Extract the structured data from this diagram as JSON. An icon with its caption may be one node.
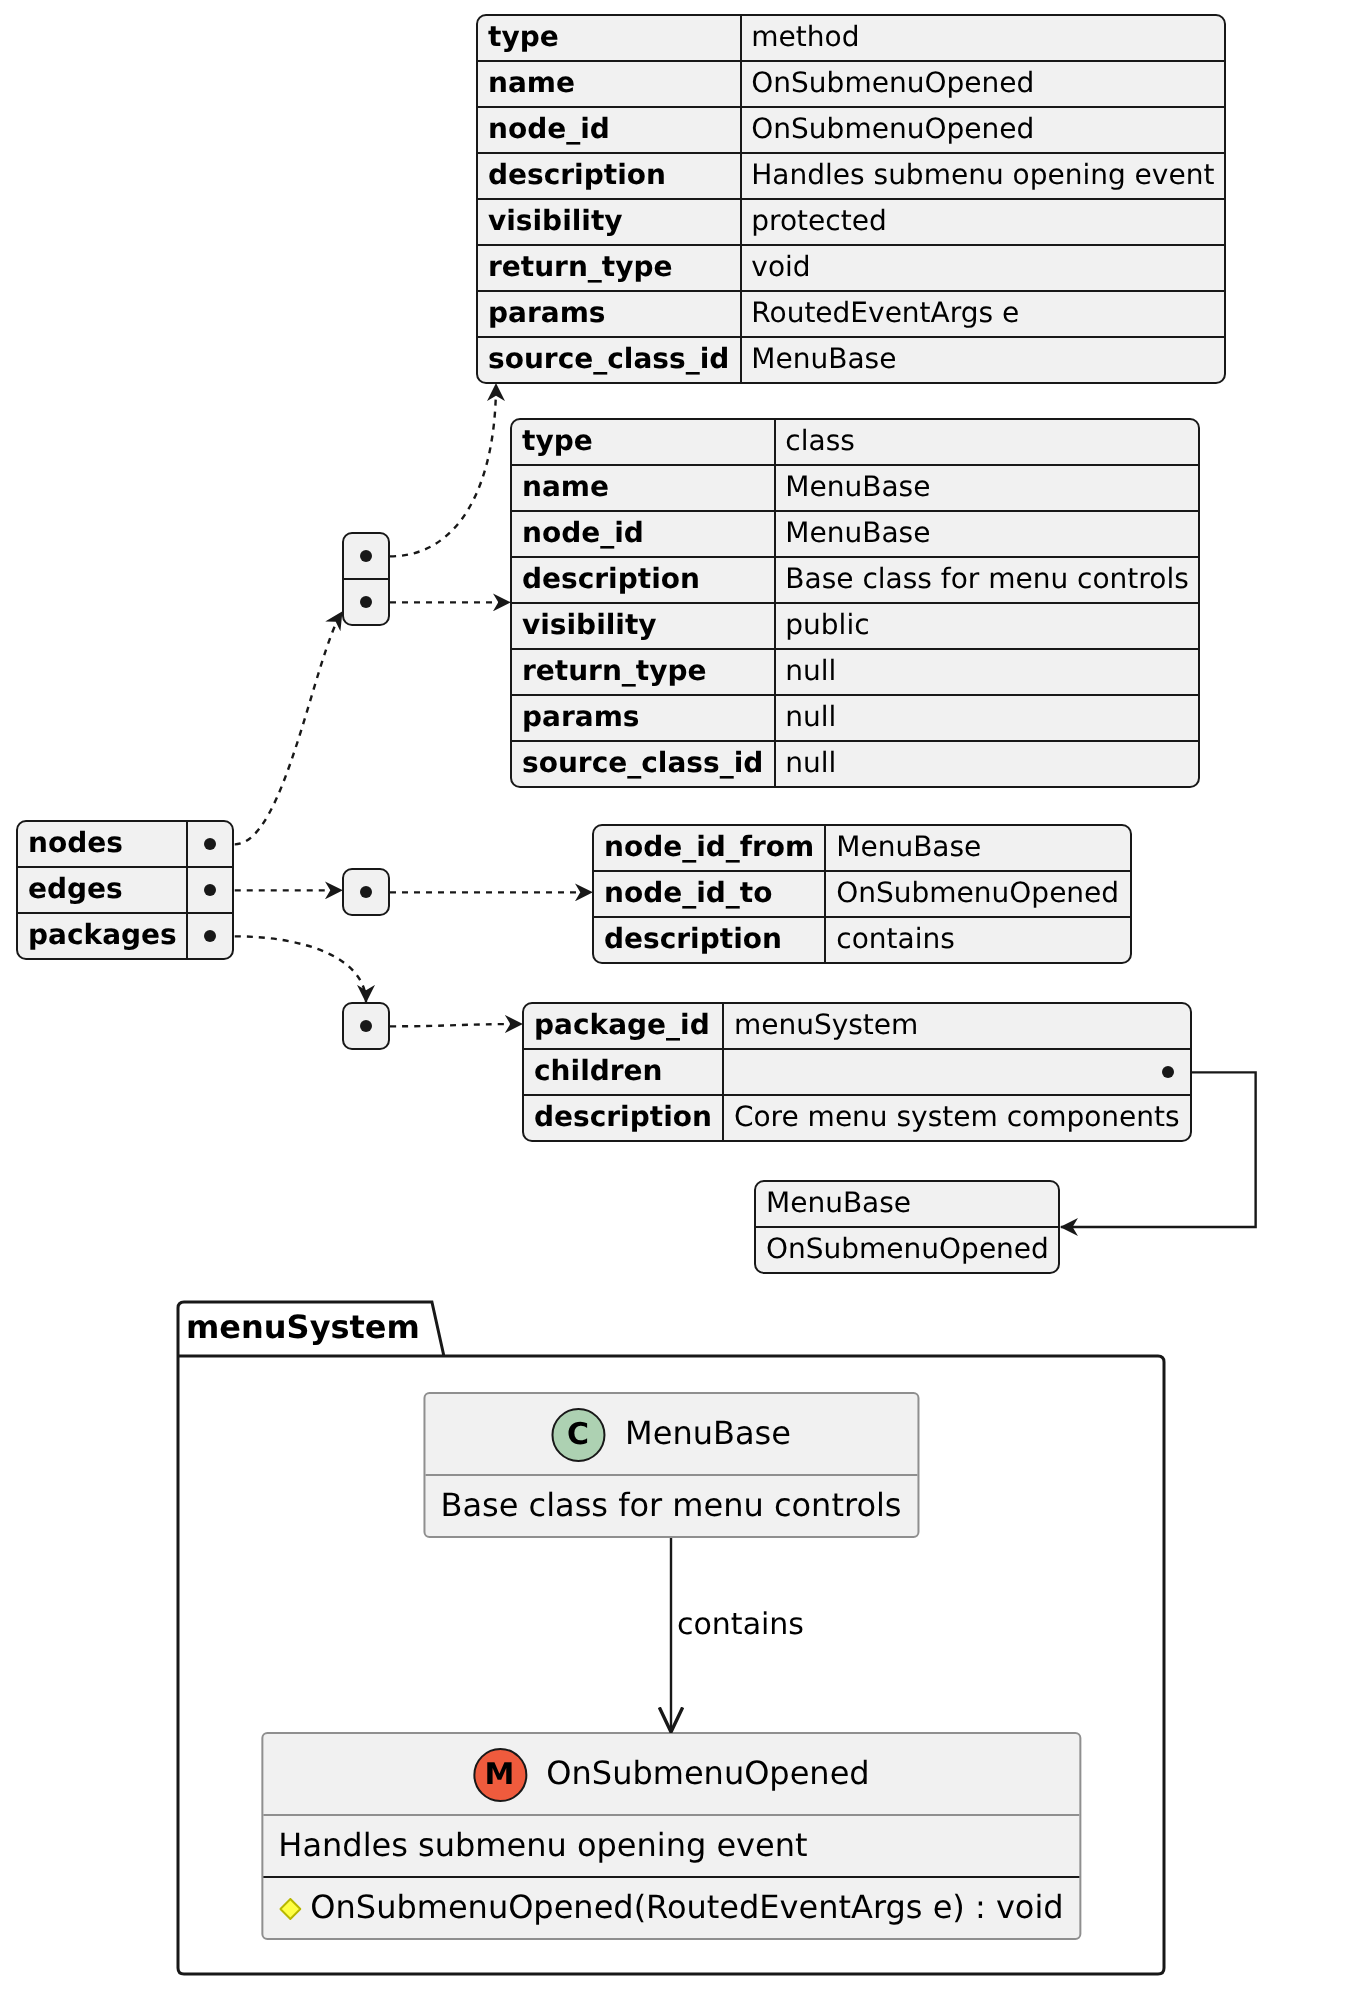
{
  "diagram": {
    "nodes": [
      {
        "text": [
          "nodes",
          "edges",
          "packages"
        ]
      },
      {
        "text": [],
        "shape": "box"
      },
      {
        "text": [
          "type",
          "method",
          "name",
          "OnSubmenuOpened",
          "node_id",
          "OnSubmenuOpened",
          "description",
          "Handles submenu opening event",
          "visibility",
          "protected",
          "return_type",
          "void",
          "params",
          "RoutedEventArgs e",
          "source_class_id",
          "MenuBase"
        ]
      },
      {
        "text": [
          "type",
          "class",
          "name",
          "MenuBase",
          "node_id",
          "MenuBase",
          "description",
          "Base class for menu controls",
          "visibility",
          "public",
          "return_type",
          "null",
          "params",
          "null",
          "source_class_id",
          "null"
        ]
      },
      {
        "text": [],
        "shape": "box"
      },
      {
        "text": [
          "node_id_from",
          "MenuBase",
          "node_id_to",
          "OnSubmenuOpened",
          "description",
          "contains"
        ]
      },
      {
        "text": [],
        "shape": "box"
      },
      {
        "text": [
          "package_id",
          "menuSystem",
          "children",
          "description",
          "Core menu system components"
        ]
      },
      {
        "text": [
          "MenuBase",
          "OnSubmenuOpened"
        ]
      },
      {
        "text": [
          "menuSystem"
        ]
      },
      {
        "text": [
          "C",
          "MenuBase",
          "Base class for menu controls"
        ],
        "in": 9
      },
      {
        "text": [
          "M",
          "OnSubmenuOpened",
          "Handles submenu opening event",
          "OnSubmenuOpened(RoutedEventArgs e) : void"
        ],
        "in": 9
      }
    ],
    "edges": [
      {
        "from": 0,
        "to": 1,
        "arrow": "to",
        "style": "dashed"
      },
      {
        "from": 1,
        "to": 2,
        "arrow": "to",
        "style": "dashed"
      },
      {
        "from": 1,
        "to": 3,
        "arrow": "to",
        "style": "dashed"
      },
      {
        "from": 0,
        "to": 4,
        "arrow": "to",
        "style": "dashed"
      },
      {
        "from": 4,
        "to": 5,
        "arrow": "to",
        "style": "dashed"
      },
      {
        "from": 0,
        "to": 6,
        "arrow": "to",
        "style": "dashed"
      },
      {
        "from": 6,
        "to": 7,
        "arrow": "to",
        "style": "dashed"
      },
      {
        "from": 7,
        "to": 8,
        "arrow": "to"
      },
      {
        "from": 10,
        "to": 11,
        "arrow": "to",
        "label": "contains"
      }
    ]
  }
}
